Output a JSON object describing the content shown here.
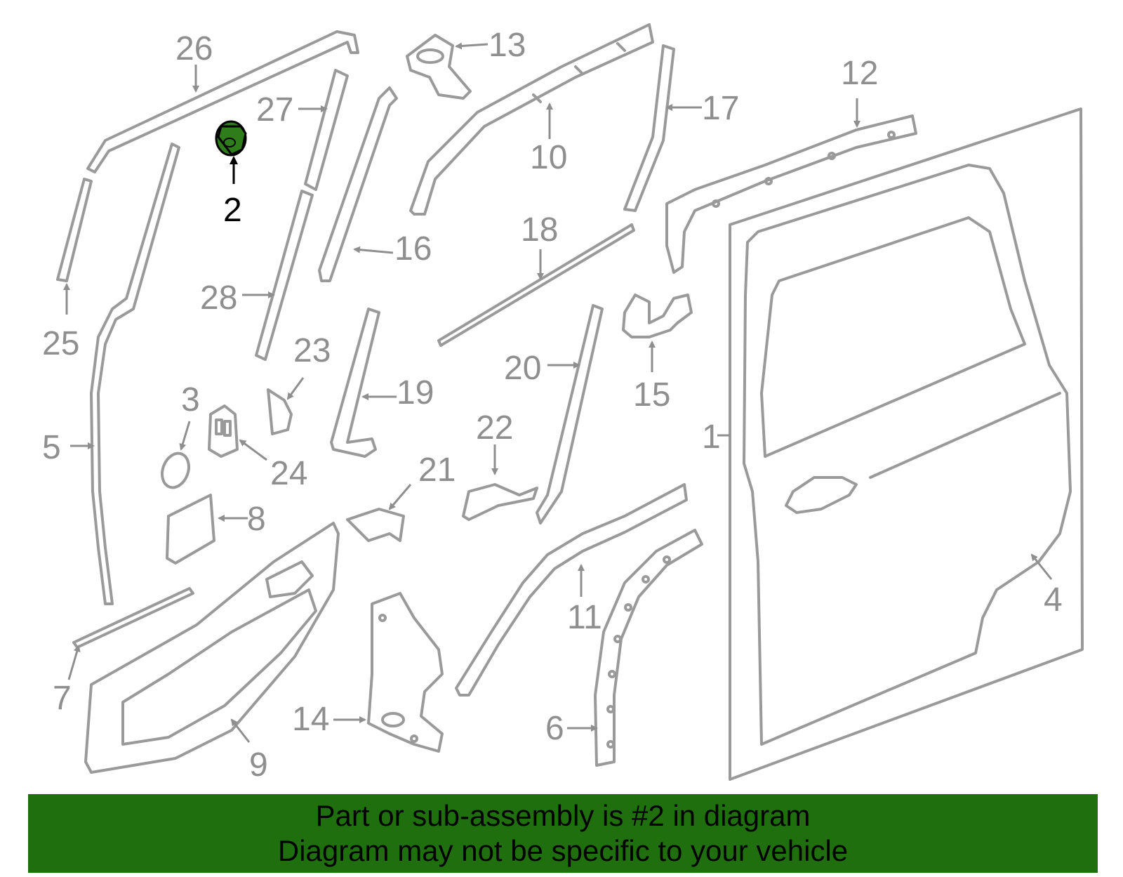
{
  "diagram": {
    "highlighted_part": "2",
    "highlight_color": "#2e7d1a",
    "part_color": "#9a9a9a",
    "labels": [
      "26",
      "13",
      "12",
      "27",
      "10",
      "17",
      "2",
      "16",
      "18",
      "25",
      "28",
      "23",
      "19",
      "20",
      "15",
      "3",
      "5",
      "24",
      "22",
      "21",
      "1",
      "8",
      "4",
      "11",
      "7",
      "14",
      "6",
      "9"
    ]
  },
  "banner": {
    "line1": "Part or sub-assembly is #2 in diagram",
    "line2": "Diagram may not be specific to your vehicle",
    "background": "#1f6f0e"
  }
}
